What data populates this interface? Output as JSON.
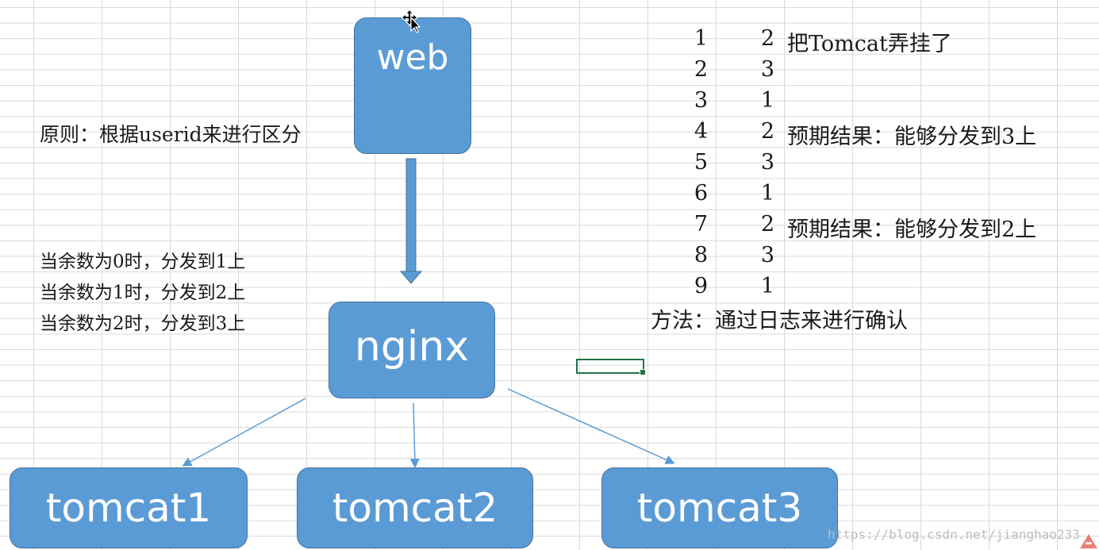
{
  "principle": "原则：根据userid来进行区分",
  "rules": [
    "当余数为0时，分发到1上",
    "当余数为1时，分发到2上",
    "当余数为2时，分发到3上"
  ],
  "diagram": {
    "web": "web",
    "nginx": "nginx",
    "tomcats": [
      "tomcat1",
      "tomcat2",
      "tomcat3"
    ],
    "colors": {
      "box_fill": "#5b9bd5",
      "box_border": "#41719c",
      "connector": "#5b9bd5"
    }
  },
  "table": {
    "rows": [
      {
        "id": "1",
        "server": "2",
        "note": "把Tomcat弄挂了"
      },
      {
        "id": "2",
        "server": "3",
        "note": ""
      },
      {
        "id": "3",
        "server": "1",
        "note": ""
      },
      {
        "id": "4",
        "server": "2",
        "note": "预期结果：能够分发到3上"
      },
      {
        "id": "5",
        "server": "3",
        "note": ""
      },
      {
        "id": "6",
        "server": "1",
        "note": ""
      },
      {
        "id": "7",
        "server": "2",
        "note": "预期结果：能够分发到2上"
      },
      {
        "id": "8",
        "server": "3",
        "note": ""
      },
      {
        "id": "9",
        "server": "1",
        "note": ""
      }
    ]
  },
  "method": "方法：通过日志来进行确认",
  "watermark": "https://blog.csdn.net/jianghao233",
  "icons": {
    "cursor": "move-cursor-icon",
    "corner": "logo-mark-icon"
  },
  "sheet_colors": {
    "gridline": "#d9d9d9",
    "selection": "#217346"
  }
}
